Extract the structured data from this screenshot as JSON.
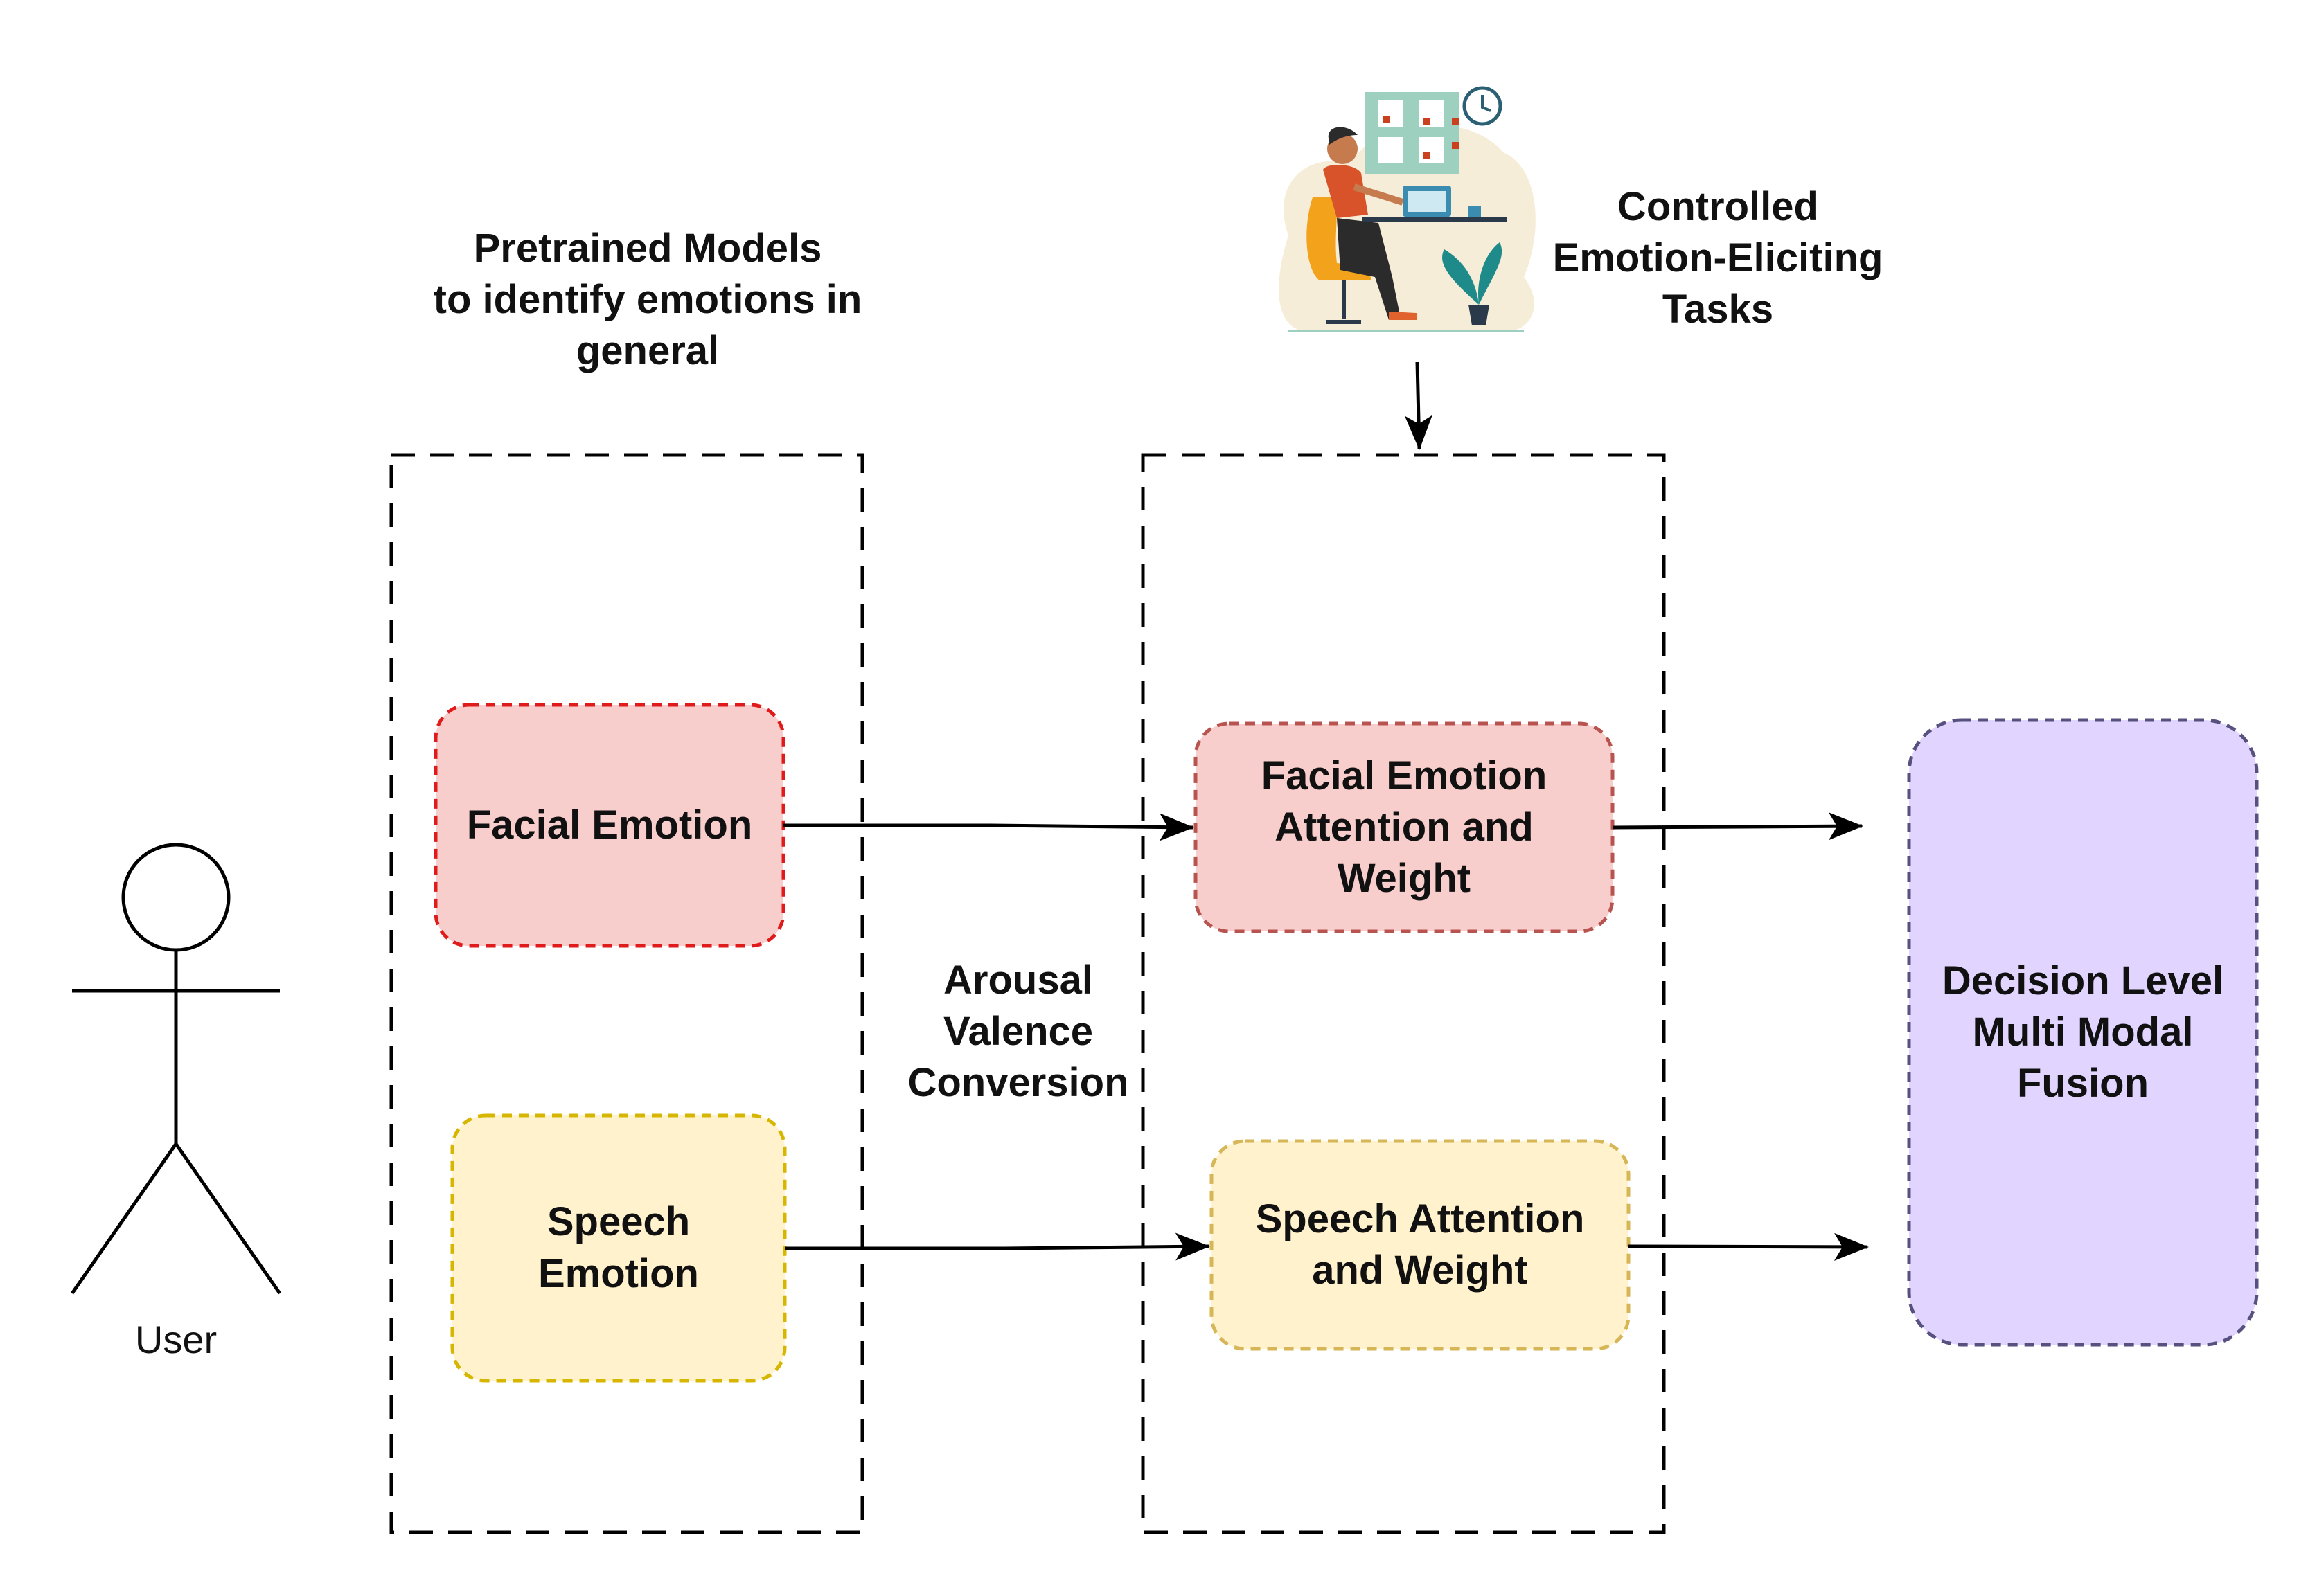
{
  "actor": {
    "label": "User"
  },
  "pretrained_group": {
    "title": "Pretrained Models\nto identify emotions in\ngeneral"
  },
  "task_illustration": {
    "label": "Controlled\nEmotion-Eliciting\nTasks"
  },
  "nodes": {
    "facial_emotion": {
      "label": "Facial Emotion",
      "fill": "#f8cecc",
      "stroke": "#e01b1b"
    },
    "speech_emotion": {
      "label": "Speech\nEmotion",
      "fill": "#fff2cc",
      "stroke": "#d6b600"
    },
    "facial_attention": {
      "label": "Facial Emotion\nAttention and\nWeight",
      "fill": "#f8cecc",
      "stroke": "#b85450"
    },
    "speech_attention": {
      "label": "Speech Attention\nand Weight",
      "fill": "#fff2cc",
      "stroke": "#d6b656"
    },
    "fusion": {
      "label": "Decision Level\nMulti Modal\nFusion",
      "fill": "#e1d5ff",
      "stroke": "#56517e"
    }
  },
  "conversion_label": "Arousal\nValence\nConversion",
  "colors": {
    "line": "#000000",
    "text": "#111111"
  }
}
